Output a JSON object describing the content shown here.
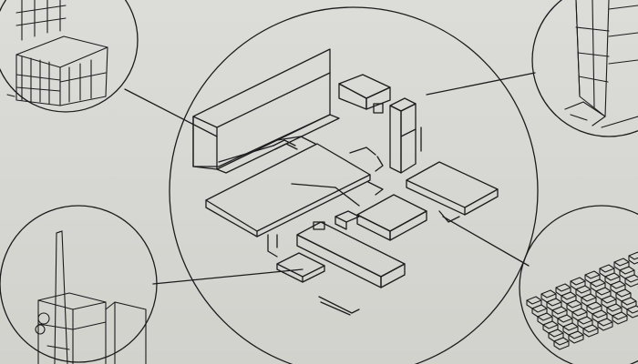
{
  "drawing": {
    "ink_color": "#1c1c1c",
    "paper_color": "#d8d8d4",
    "vignettes": [
      "tower-block-sketch",
      "tall-tower-sketch",
      "chimney-building-sketch",
      "grid-blocks-sketch"
    ],
    "central_view": "isometric-site-plan"
  }
}
